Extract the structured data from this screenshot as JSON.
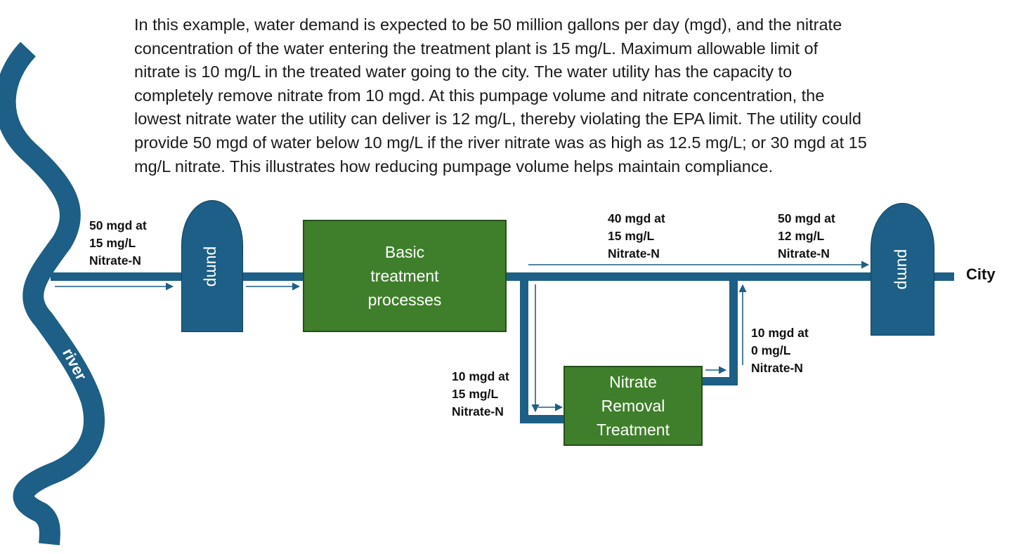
{
  "intro": {
    "lines": [
      "In this example, water demand is expected to be 50 million gallons per day (mgd), and the nitrate",
      "concentration of the water entering the treatment plant is 15 mg/L. Maximum allowable limit of",
      "nitrate is 10 mg/L in the treated water going to the city.  The water utility has the capacity to",
      "completely remove nitrate from 10 mgd. At this pumpage volume and nitrate concentration, the",
      "lowest nitrate water the utility can deliver is 12 mg/L, thereby violating the EPA limit. The utility could",
      "provide 50 mgd of water below 10 mg/L if the river nitrate was as high as 12.5 mg/L; or 30 mgd at 15",
      "mg/L nitrate. This illustrates how reducing pumpage volume helps maintain compliance."
    ]
  },
  "diagram": {
    "river_label": "river",
    "pump_label": "pump",
    "basic_treatment": [
      "Basic",
      "treatment",
      "processes"
    ],
    "nitrate_removal": [
      "Nitrate",
      "Removal",
      "Treatment"
    ],
    "city_label": "City",
    "flow_labels": {
      "intake": [
        "50 mgd at",
        "15 mg/L",
        "Nitrate-N"
      ],
      "bypass": [
        "40 mgd at",
        "15 mg/L",
        "Nitrate-N"
      ],
      "to_city": [
        "50 mgd at",
        "12 mg/L",
        "Nitrate-N"
      ],
      "to_removal": [
        "10 mgd at",
        "15 mg/L",
        "Nitrate-N"
      ],
      "from_removal": [
        "10 mgd at",
        "0 mg/L",
        "Nitrate-N"
      ]
    },
    "colors": {
      "water_blue": "#1d5f86",
      "treatment_green": "#3f7f2b",
      "text_dark": "#111111"
    }
  }
}
